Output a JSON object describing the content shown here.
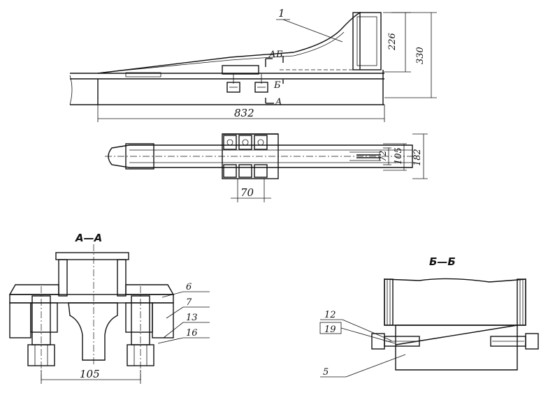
{
  "top_view": {
    "callout_1": "1",
    "dim_226": "226",
    "dim_330": "330",
    "dim_832": "832",
    "cut_a_top": "A",
    "cut_a_bottom": "A",
    "cut_b_top": "Б",
    "cut_b_bottom": "Б"
  },
  "plan_view": {
    "dim_70": "70",
    "dim_72": "72",
    "dim_105": "105",
    "dim_182": "182"
  },
  "section_aa": {
    "title": "А—А",
    "callout_6": "6",
    "callout_7": "7",
    "callout_13": "13",
    "callout_16": "16",
    "dim_105": "105"
  },
  "section_bb": {
    "title": "Б—Б",
    "callout_12": "12",
    "callout_19": "19",
    "callout_5": "5"
  },
  "colors": {
    "ink": "#111111",
    "paper": "#ffffff"
  }
}
